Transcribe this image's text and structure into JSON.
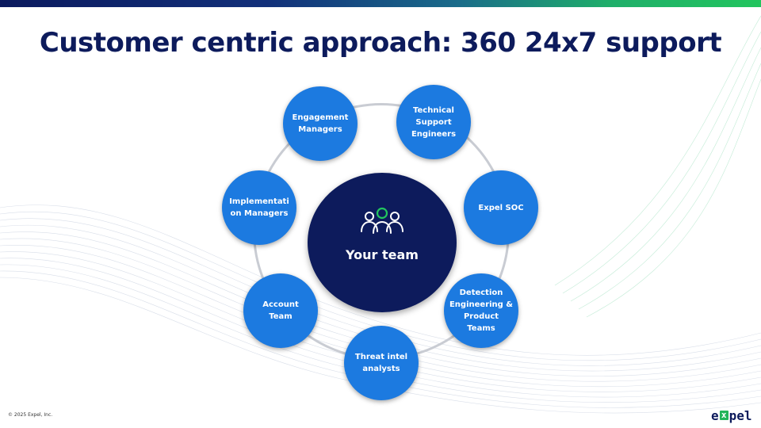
{
  "slide": {
    "title": "Customer centric approach: 360 24x7 support",
    "center_label": "Your team",
    "center_icon": "team-people-icon",
    "nodes": [
      {
        "label": "Engagement\nManagers"
      },
      {
        "label": "Technical\nSupport\nEngineers"
      },
      {
        "label": "Expel SOC"
      },
      {
        "label": "Detection\nEngineering &\nProduct\nTeams"
      },
      {
        "label": "Threat intel\nanalysts"
      },
      {
        "label": "Account\nTeam"
      },
      {
        "label": "Implementati\non Managers"
      }
    ],
    "copyright": "© 2025 Expel, Inc.",
    "logo": {
      "pre": "e",
      "mark": "x",
      "post": "pel"
    }
  },
  "colors": {
    "title": "#0d1b5c",
    "node": "#1c7ae0",
    "center": "#0d1b5c",
    "ring": "#c9ccd3",
    "accent_green": "#22b45a"
  }
}
